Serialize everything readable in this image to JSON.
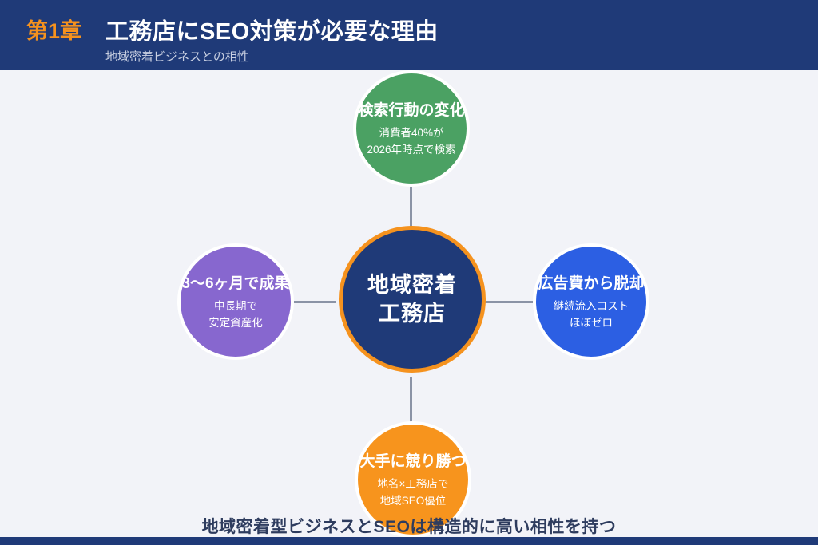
{
  "header": {
    "chapter": "第1章",
    "title": "工務店にSEO対策が必要な理由",
    "subtitle": "地域密着ビジネスとの相性"
  },
  "center": {
    "line1": "地域密着",
    "line2": "工務店"
  },
  "nodes": {
    "top": {
      "title": "検索行動の変化",
      "sub1": "消費者40%が",
      "sub2": "2026年時点で検索",
      "color": "#4ba163"
    },
    "left": {
      "title": "3〜6ヶ月で成果",
      "sub1": "中長期で",
      "sub2": "安定資産化",
      "color": "#8767cf"
    },
    "right": {
      "title": "広告費から脱却",
      "sub1": "継続流入コスト",
      "sub2": "ほぼゼロ",
      "color": "#2c5fe3"
    },
    "bottom": {
      "title": "大手に競り勝つ",
      "sub1": "地名×工務店で",
      "sub2": "地域SEO優位",
      "color": "#f7941d"
    }
  },
  "footer_message": "地域密着型ビジネスとSEOは構造的に高い相性を持つ",
  "colors": {
    "header_bg": "#1f3a78",
    "chapter_accent": "#f5921e",
    "background": "#f2f3f8",
    "center_fill": "#1f3a78",
    "center_ring": "#f5921e",
    "connector": "#8b93a6",
    "footer_text": "#2e3c5e",
    "footer_bar": "#1f3a78"
  }
}
